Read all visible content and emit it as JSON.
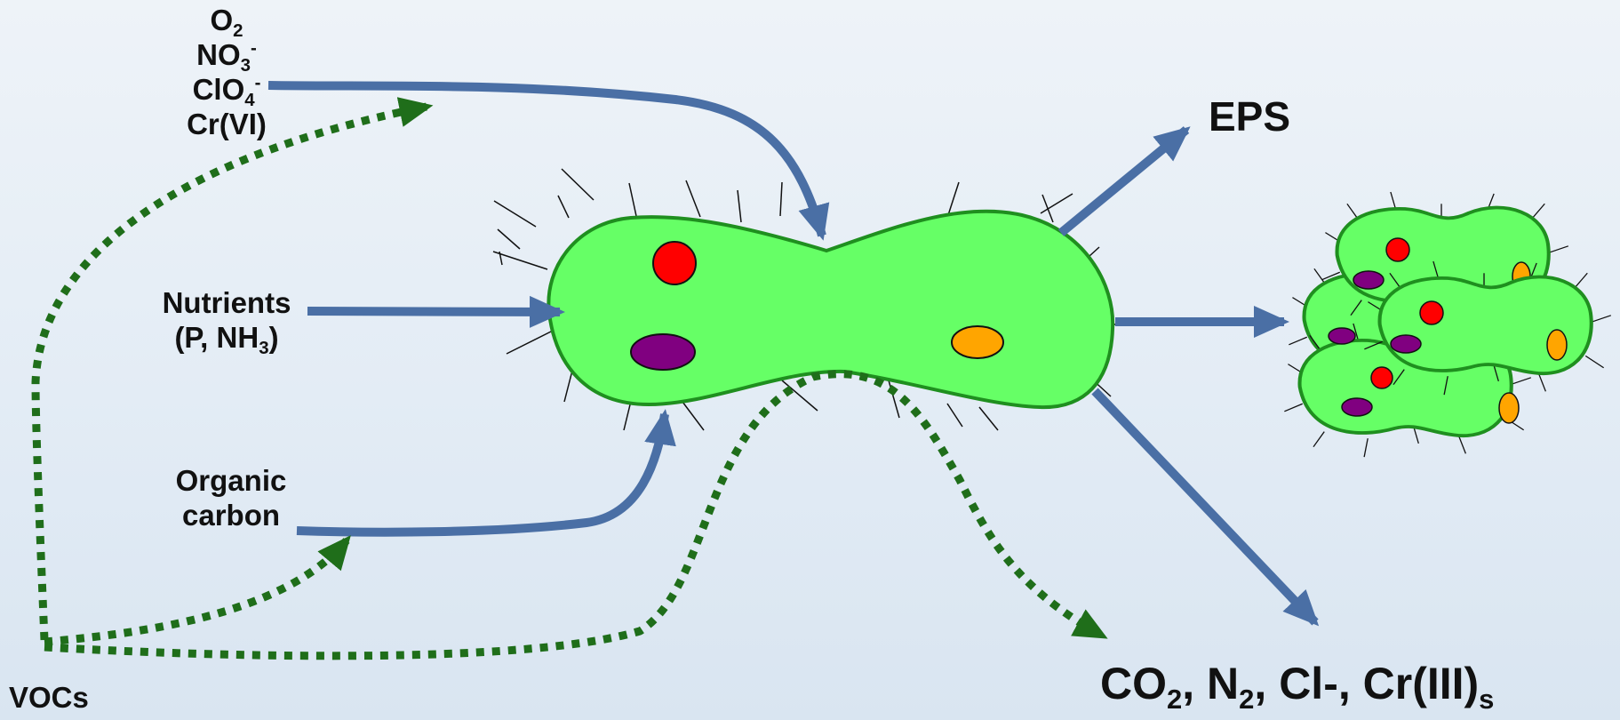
{
  "inputs": {
    "acceptors": [
      {
        "base": "O",
        "sub": "2",
        "sup": ""
      },
      {
        "base": "NO",
        "sub": "3",
        "sup": "-"
      },
      {
        "base": "ClO",
        "sub": "4",
        "sup": "-"
      },
      {
        "base": "Cr(VI)",
        "sub": "",
        "sup": ""
      }
    ],
    "nutrients": {
      "line1": "Nutrients",
      "line2_prefix": "(P, NH",
      "line2_sub": "3",
      "line2_suffix": ")"
    },
    "organic_carbon": {
      "line1": "Organic",
      "line2": "carbon"
    },
    "vocs": "VOCs"
  },
  "outputs": {
    "eps": "EPS",
    "products": {
      "co2_base": "CO",
      "co2_sub": "2",
      "sep1": ", ",
      "n2_base": "N",
      "n2_sub": "2",
      "sep2": ", Cl-, ",
      "cr_base": "Cr(III)",
      "cr_sub": "s"
    }
  },
  "colors": {
    "solid_arrow": "#4a6fa5",
    "dotted_arrow": "#1f6e1a",
    "cell_fill": "#66ff66",
    "cell_stroke": "#1f8f1f",
    "red_organelle": "#ff0000",
    "purple_organelle": "#800080",
    "orange_organelle": "#ffa500"
  }
}
